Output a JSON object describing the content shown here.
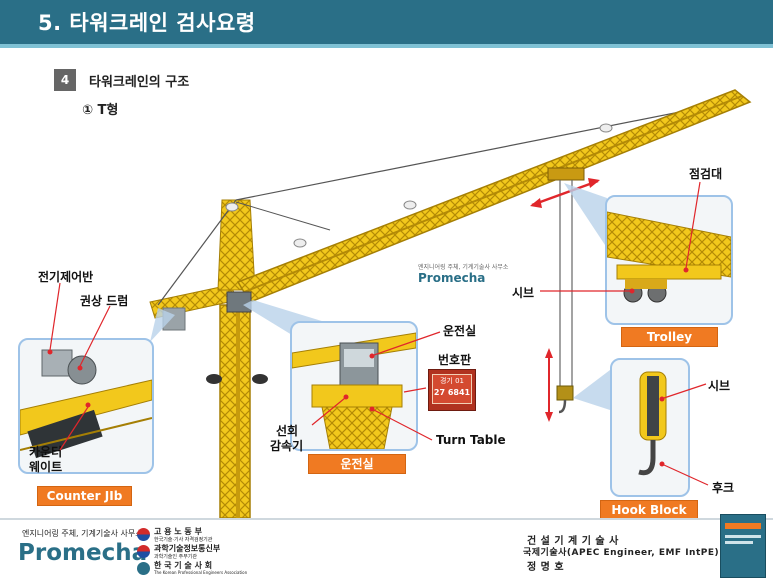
{
  "header": {
    "title": "5. 타워크레인 검사요령"
  },
  "section": {
    "number": "4",
    "title": "타워크레인의 구조",
    "subtitle": "① T형"
  },
  "watermark": {
    "small": "엔지니어링 주체, 기계기술사 사무소",
    "brand": "Promecha"
  },
  "labels": {
    "electrical_panel": "전기제어반",
    "winding_drum": "권상 드럼",
    "counterweight_1": "카운터",
    "counterweight_2": "웨이트",
    "operator_room": "운전실",
    "number_plate": "번호판",
    "slewing_1": "선회",
    "slewing_2": "감속기",
    "turn_table": "Turn Table",
    "inspection_deck": "점검대",
    "sheave_trolley": "시브",
    "sheave_hook": "시브",
    "hook": "후크"
  },
  "plate": {
    "line1": "경기 01",
    "line2": "27 6841"
  },
  "tags": {
    "counter_jib": "Counter JIb",
    "operator_room": "운전실",
    "trolley": "Trolley",
    "hook_block": "Hook Block"
  },
  "footer": {
    "small": "엔지니어링 주체, 기계기술사 사무소",
    "brand": "Promecha",
    "org1_title": "고 용 노 동 부",
    "org1_sub": "한국기술·기사 자격검정기관",
    "org2_title": "과학기술정보통신부",
    "org2_sub": "과학기술인 주무기관",
    "org3_title": "한 국 기 술 사 회",
    "org3_sub": "The Korean Professional Engineers Association",
    "right1": "건  설  기  계  기  술  사",
    "right2": "국제기술사(APEC Engineer, EMF IntPE)",
    "right3": "정          명          호"
  },
  "colors": {
    "header": "#2a6f87",
    "accent": "#f07a22",
    "crane": "#f2c81c",
    "panel_border": "#9ec3e8",
    "arrow": "#e0262b"
  }
}
